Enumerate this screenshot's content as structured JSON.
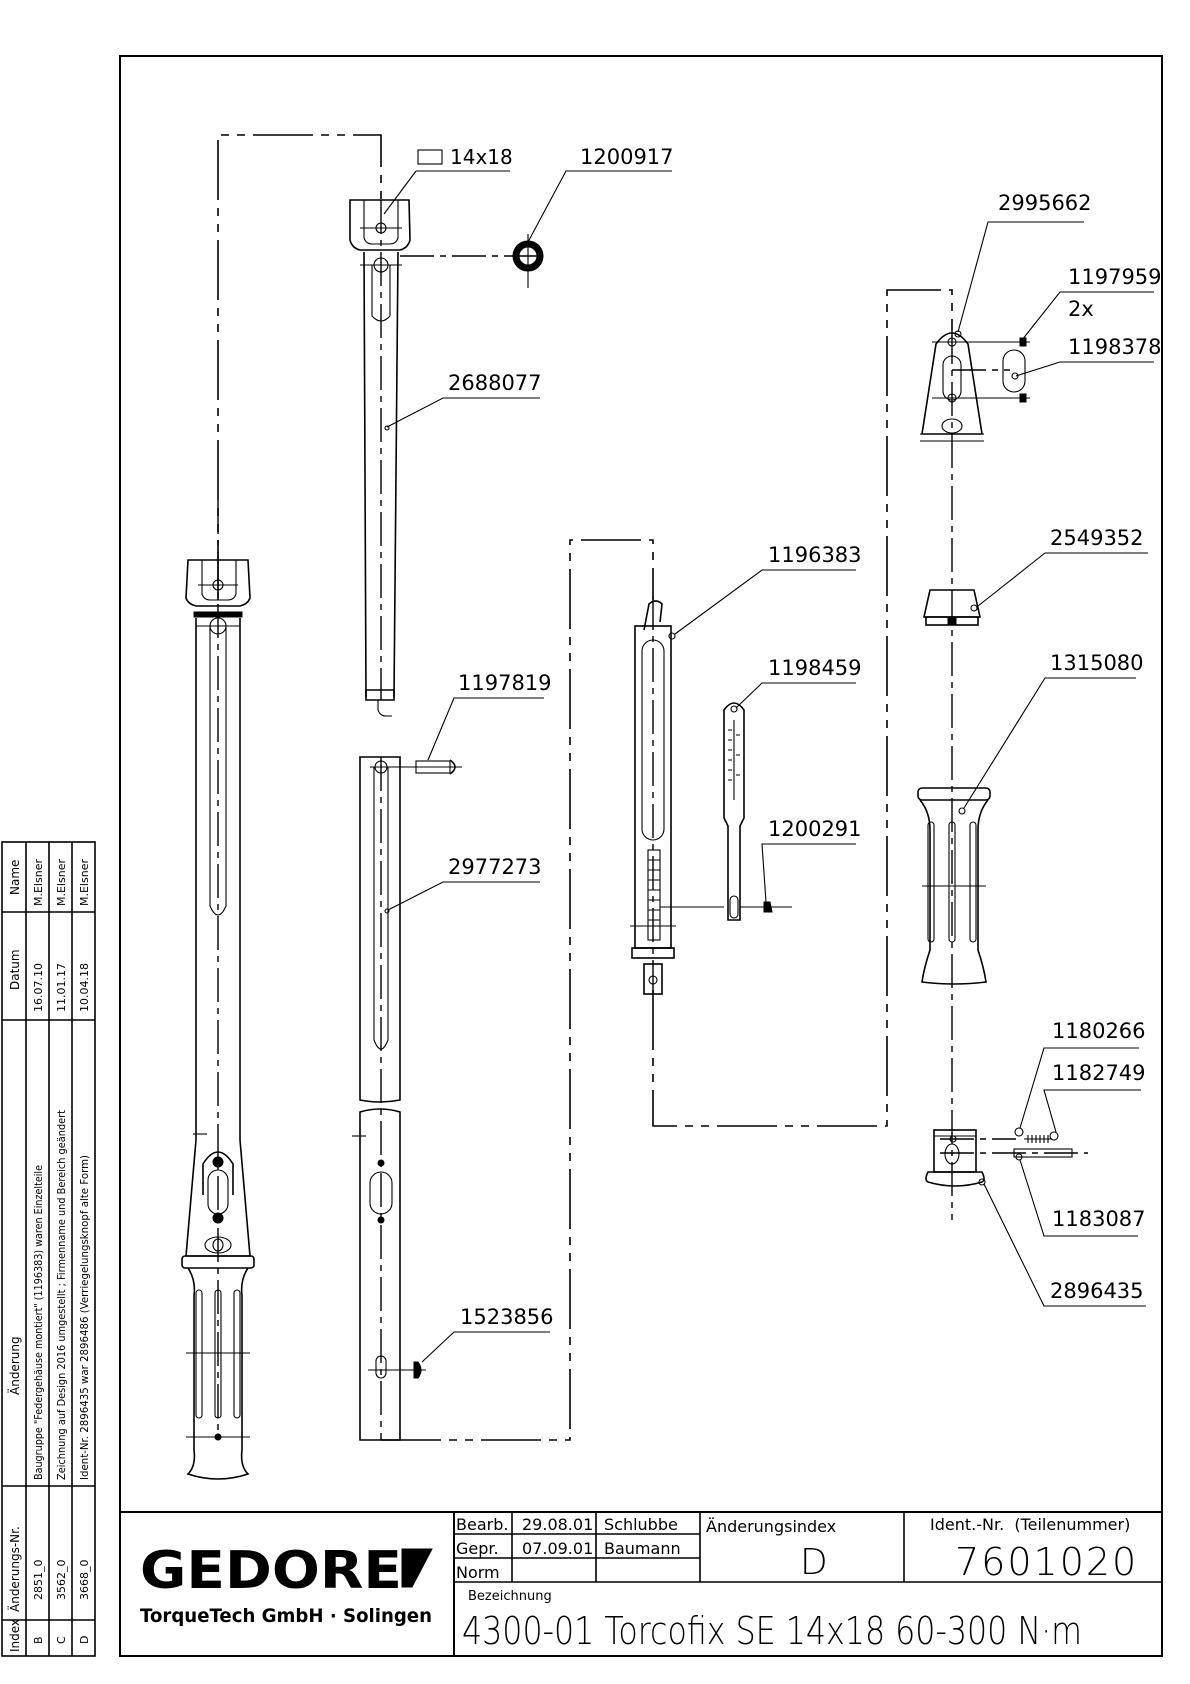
{
  "title_block": {
    "logo": {
      "brand": "GEDORE",
      "company": "TorqueTech GmbH · Solingen"
    },
    "approvals": [
      {
        "role": "Bearb.",
        "date": "29.08.01",
        "name": "Schlubbe"
      },
      {
        "role": "Gepr.",
        "date": "07.09.01",
        "name": "Baumann"
      },
      {
        "role": "Norm",
        "date": "",
        "name": ""
      }
    ],
    "revision_index_label": "Änderungsindex",
    "revision_index_value": "D",
    "ident_label": "Ident.-Nr.  (Teilenummer)",
    "ident_value": "7601020",
    "designation_label": "Bezeichnung",
    "designation_value": "4300-01 Torcofix SE 14x18 60-300 N·m"
  },
  "revision_table": {
    "headers": {
      "index": "Index",
      "change_no": "Änderungs-Nr.",
      "change": "Änderung",
      "date": "Datum",
      "name": "Name"
    },
    "rows": [
      {
        "index": "B",
        "change_no": "2851_0",
        "change": "Baugruppe \"Federgehäuse montiert\" (1196383) waren Einzelteile",
        "date": "16.07.10",
        "name": "M.Elsner"
      },
      {
        "index": "C",
        "change_no": "3562_0",
        "change": "Zeichnung auf Design 2016 umgestellt ; Firmenname und Bereich geändert",
        "date": "11.01.17",
        "name": "M.Elsner"
      },
      {
        "index": "D",
        "change_no": "3668_0",
        "change": "Ident-Nr. 2896435 war 2896486 (Verriegelungsknopf alte Form)",
        "date": "10.04.18",
        "name": "M.Elsner"
      }
    ]
  },
  "drawing": {
    "square_drive_label": "14x18",
    "part_callouts": [
      {
        "id": "1200917",
        "qty": ""
      },
      {
        "id": "2688077",
        "qty": ""
      },
      {
        "id": "1197819",
        "qty": ""
      },
      {
        "id": "2977273",
        "qty": ""
      },
      {
        "id": "1523856",
        "qty": ""
      },
      {
        "id": "1196383",
        "qty": ""
      },
      {
        "id": "1198459",
        "qty": ""
      },
      {
        "id": "1200291",
        "qty": ""
      },
      {
        "id": "2995662",
        "qty": ""
      },
      {
        "id": "1197959",
        "qty": "2x"
      },
      {
        "id": "1198378",
        "qty": ""
      },
      {
        "id": "2549352",
        "qty": ""
      },
      {
        "id": "1315080",
        "qty": ""
      },
      {
        "id": "1180266",
        "qty": ""
      },
      {
        "id": "1182749",
        "qty": ""
      },
      {
        "id": "1183087",
        "qty": ""
      },
      {
        "id": "2896435",
        "qty": ""
      }
    ]
  }
}
